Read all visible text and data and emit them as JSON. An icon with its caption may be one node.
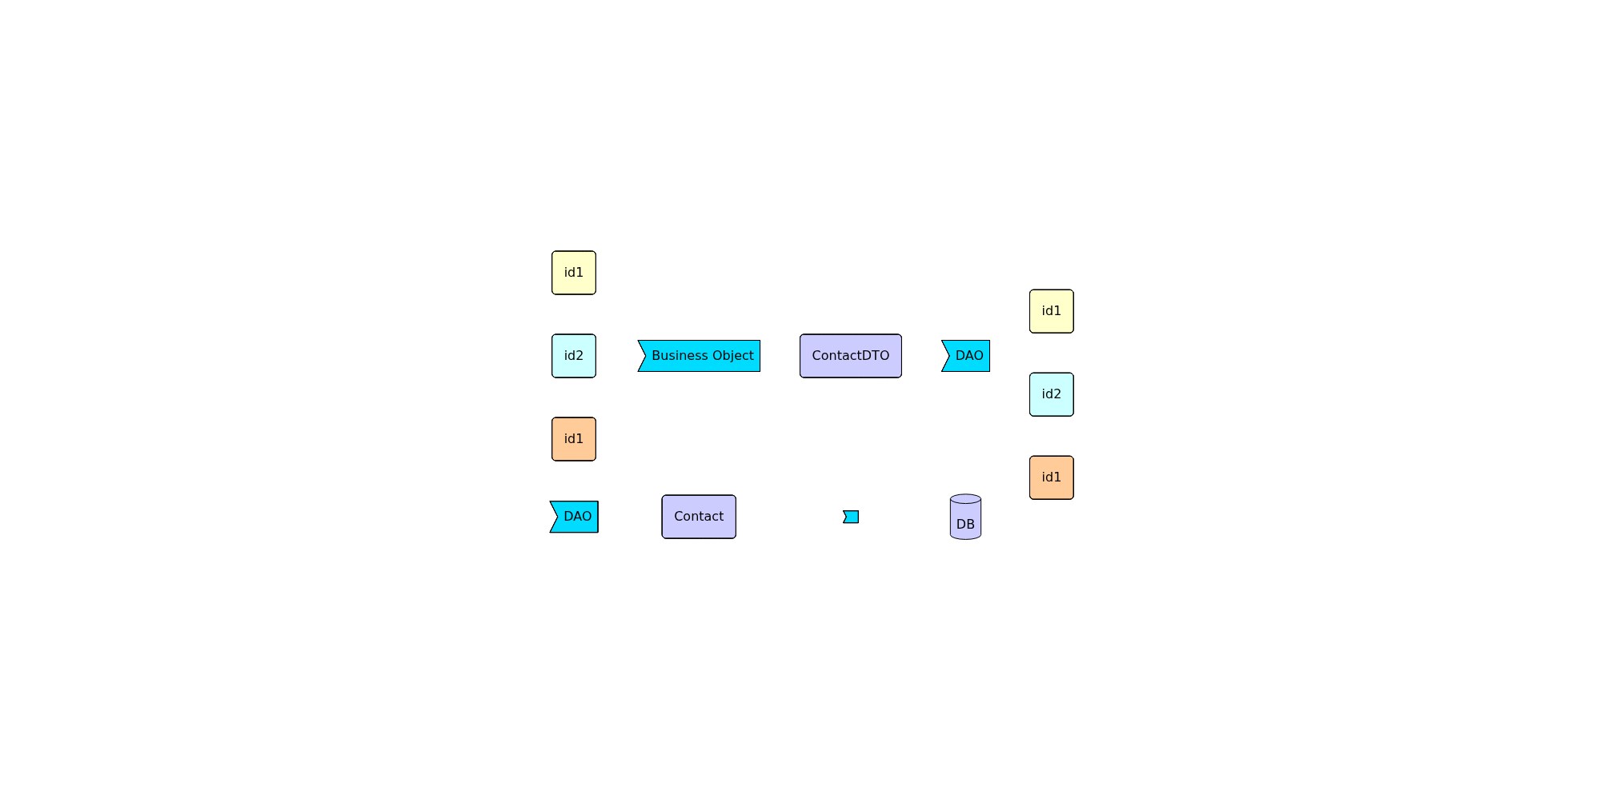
{
  "diagram": {
    "nodes": [
      {
        "text": [
          "id1"
        ]
      },
      {
        "text": [
          "id2"
        ]
      },
      {
        "text": [
          "id1"
        ]
      },
      {
        "text": [
          "Business Object"
        ]
      },
      {
        "text": [
          "ContactDTO"
        ]
      },
      {
        "text": [
          "DAO"
        ]
      },
      {
        "text": [
          "id1"
        ]
      },
      {
        "text": [
          "id2"
        ]
      },
      {
        "text": [
          "id1"
        ]
      },
      {
        "text": [
          "DAO"
        ]
      },
      {
        "text": [
          "Contact"
        ]
      },
      {
        "text": [],
        "shape": "arrow"
      },
      {
        "text": [
          "DB"
        ]
      }
    ],
    "edges": []
  }
}
